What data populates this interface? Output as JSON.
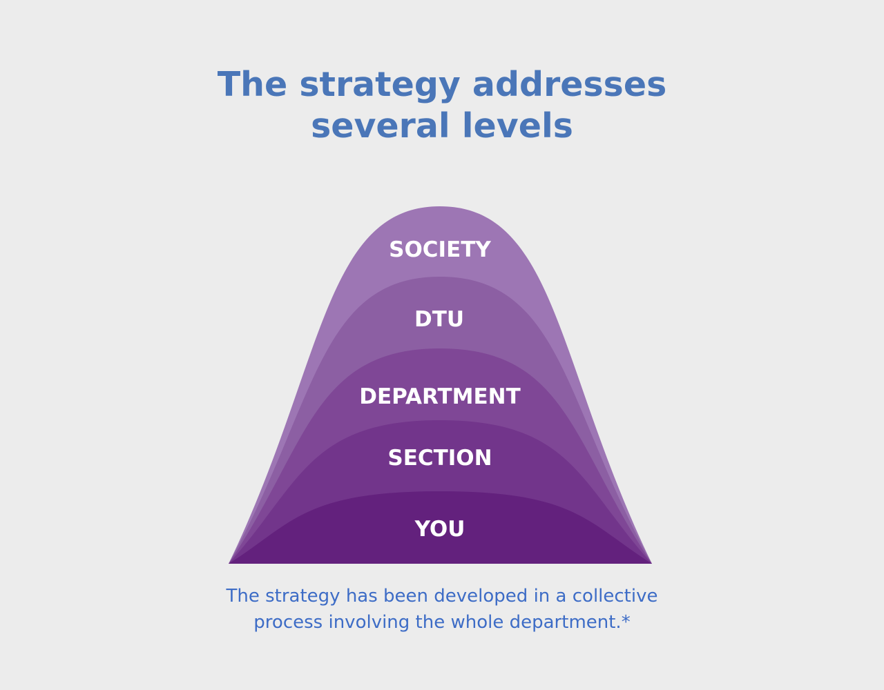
{
  "title": {
    "line1": "The strategy addresses",
    "line2": "several levels"
  },
  "levels": [
    {
      "label": "SOCIETY",
      "color": "#9d76b4"
    },
    {
      "label": "DTU",
      "color": "#8c5fa3"
    },
    {
      "label": "DEPARTMENT",
      "color": "#7f4796"
    },
    {
      "label": "SECTION",
      "color": "#72358b"
    },
    {
      "label": "YOU",
      "color": "#63217d"
    }
  ],
  "caption": {
    "line1": "The strategy has been developed in a collective",
    "line2": "process involving the whole department.*"
  },
  "colors": {
    "background": "#ececec",
    "title": "#4a76b8",
    "caption": "#3d6cc6"
  }
}
